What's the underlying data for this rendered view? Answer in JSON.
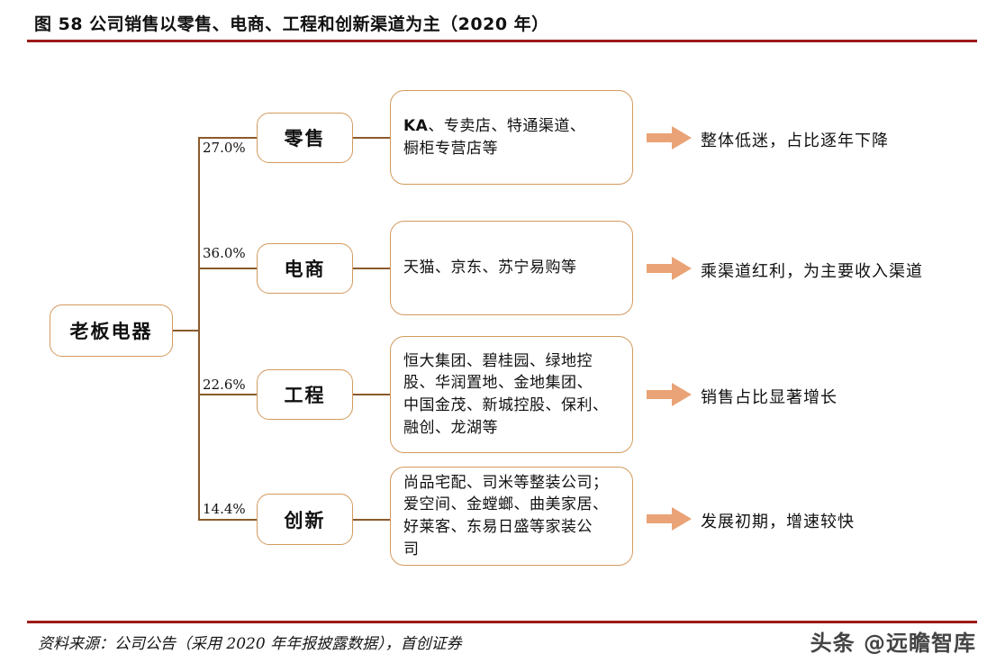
{
  "header": {
    "title": "图 58 公司销售以零售、电商、工程和创新渠道为主（2020 年）",
    "rule_color": "#9e1a1a"
  },
  "theme": {
    "box_border": "#d39a5e",
    "connector": "#8a5a2b",
    "arrow_fill": "#e9a376",
    "text": "#111111"
  },
  "diagram": {
    "type": "tree",
    "root": {
      "label": "老板电器"
    },
    "branches": [
      {
        "id": "retail",
        "percent": "27.0%",
        "channel": "零售",
        "detail_html": "<b>KA</b>、专卖店、特通渠道、<br>橱柜专营店等",
        "note": "整体低迷，占比逐年下降"
      },
      {
        "id": "ecommerce",
        "percent": "36.0%",
        "channel": "电商",
        "detail_html": "天猫、京东、苏宁易购等",
        "note": "乘渠道红利，为主要收入渠道"
      },
      {
        "id": "engineering",
        "percent": "22.6%",
        "channel": "工程",
        "detail_html": "恒大集团、碧桂园、绿地控<br>股、华润置地、金地集团、<br>中国金茂、新城控股、保利、<br>融创、龙湖等",
        "note": "销售占比显著增长"
      },
      {
        "id": "innovation",
        "percent": "14.4%",
        "channel": "创新",
        "detail_html": "尚品宅配、司米等整装公司；<br>爱空间、金螳螂、曲美家居、<br>好莱客、东易日盛等家装公<br>司",
        "note": "发展初期，增速较快"
      }
    ]
  },
  "footer": {
    "source": "资料来源：公司公告（采用 2020 年年报披露数据），首创证券",
    "watermark": "头条 @远瞻智库"
  }
}
